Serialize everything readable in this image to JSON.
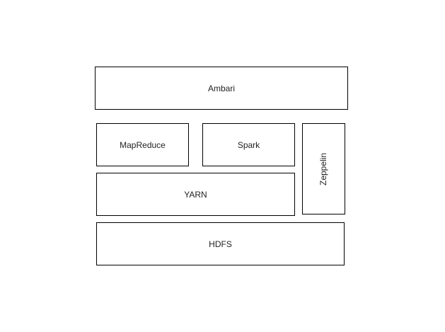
{
  "diagram": {
    "layers": {
      "ambari": "Ambari",
      "mapreduce": "MapReduce",
      "spark": "Spark",
      "zeppelin": "Zeppelin",
      "yarn": "YARN",
      "hdfs": "HDFS"
    }
  }
}
